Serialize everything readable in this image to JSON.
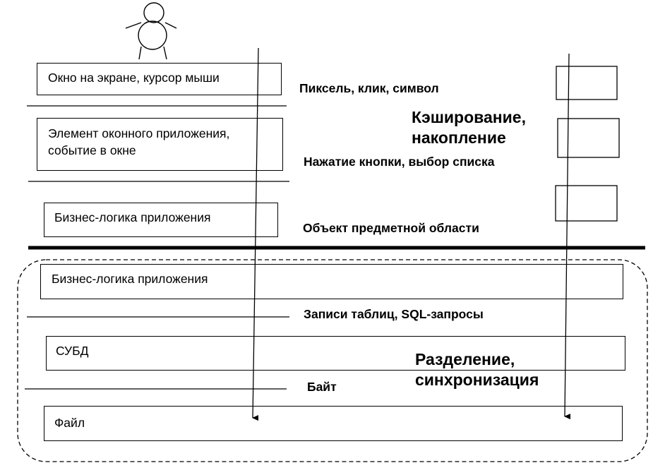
{
  "top_layers": [
    "Окно на экране, курсор мыши",
    "Элемент оконного приложения,",
    "событие в окне",
    "Бизнес-логика приложения"
  ],
  "bottom_layers": [
    "Бизнес-логика приложения",
    "СУБД",
    "Файл"
  ],
  "interfaces": [
    "Пиксель, клик, символ",
    "Нажатие кнопки, выбор списка",
    "Объект предметной области",
    "Записи таблиц, SQL-запросы",
    "Байт"
  ],
  "caching_label": [
    "Кэширование,",
    "накопление"
  ],
  "separation_label": [
    "Разделение,",
    "синхронизация"
  ],
  "icons": {
    "user": "stick-figure-user-icon"
  }
}
